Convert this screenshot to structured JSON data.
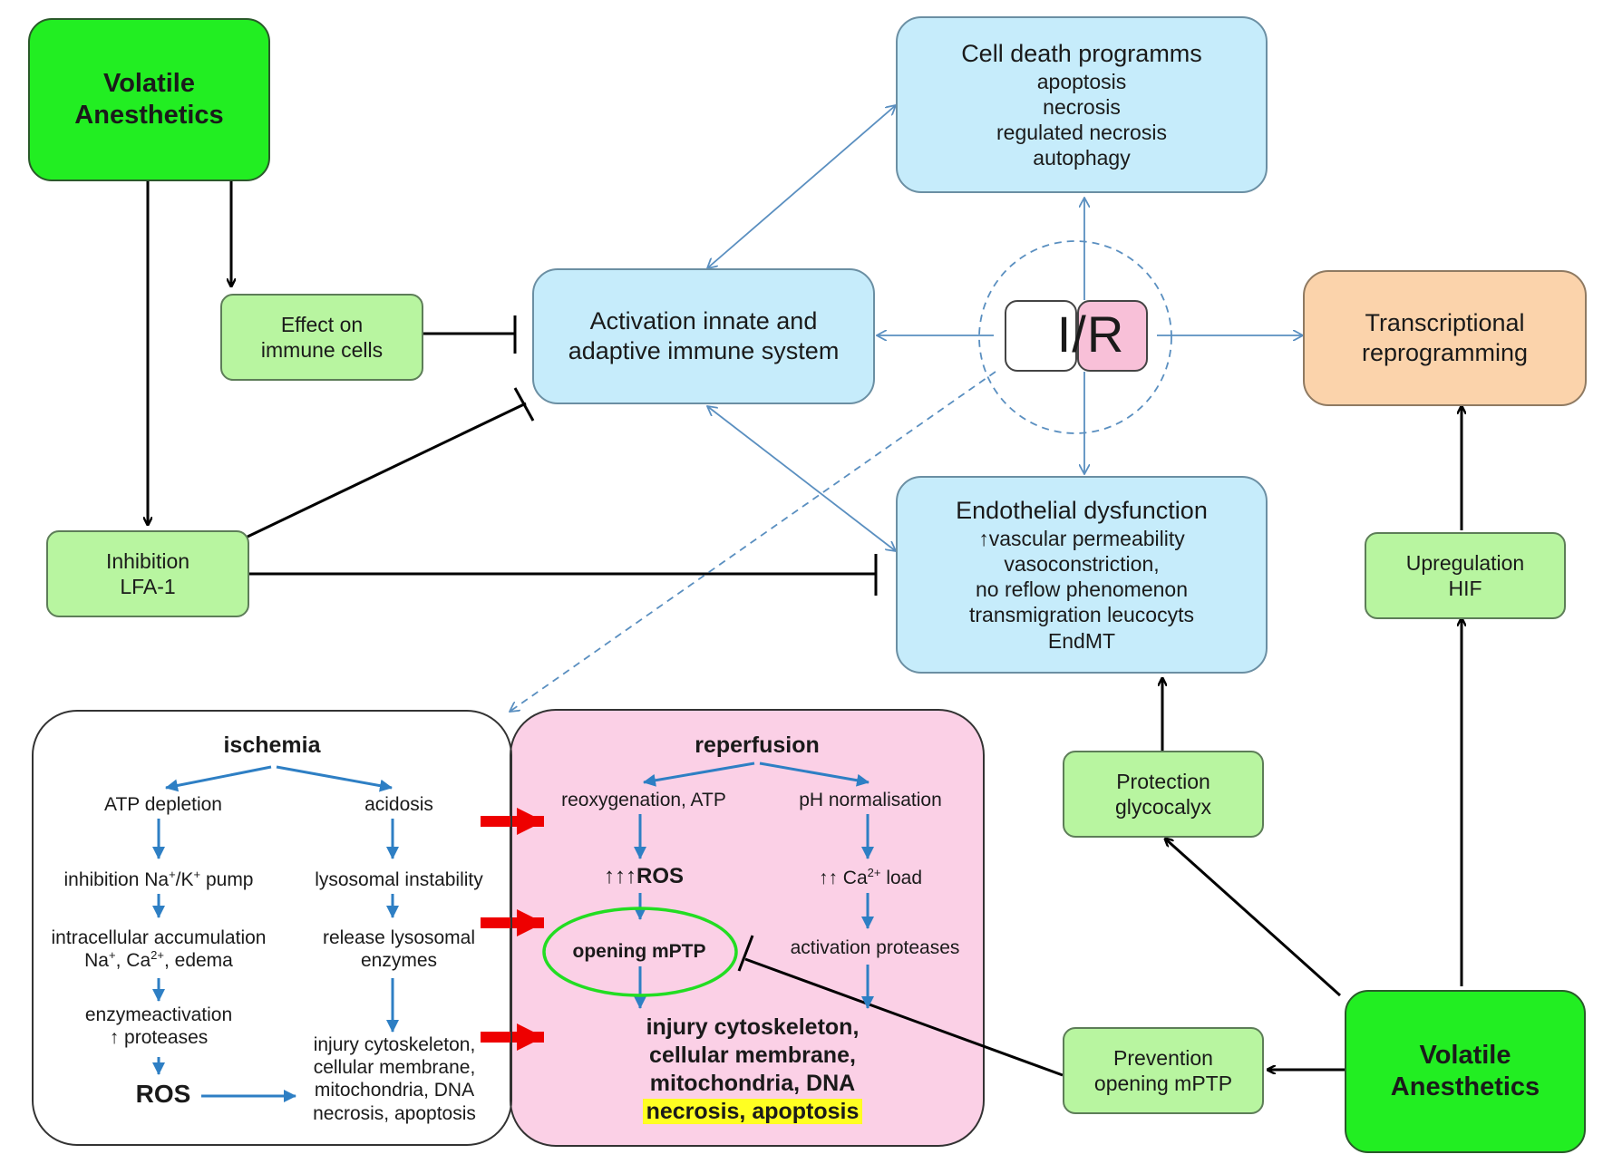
{
  "nodes": {
    "va_top": {
      "line1": "Volatile",
      "line2": "Anesthetics"
    },
    "effect_immune": {
      "line1": "Effect on",
      "line2": "immune cells"
    },
    "inhibition_lfa": {
      "line1": "Inhibition",
      "line2": "LFA-1"
    },
    "immune_system": {
      "line1": "Activation innate and",
      "line2": "adaptive immune system"
    },
    "cell_death": {
      "title": "Cell death programms",
      "items": [
        "apoptosis",
        "necrosis",
        "regulated necrosis",
        "autophagy"
      ]
    },
    "ir": {
      "label": "I/R"
    },
    "transcriptional": {
      "line1": "Transcriptional",
      "line2": "reprogramming"
    },
    "endothelial": {
      "title": "Endothelial dysfunction",
      "items": [
        "↑vascular permeability",
        "vasoconstriction,",
        "no reflow phenomenon",
        "transmigration leucocyts",
        "EndMT"
      ]
    },
    "upregulation_hif": {
      "line1": "Upregulation",
      "line2": "HIF"
    },
    "protection_glyco": {
      "line1": "Protection",
      "line2": "glycocalyx"
    },
    "prevention_mptp": {
      "line1": "Prevention",
      "line2": "opening mPTP"
    },
    "va_bottom": {
      "line1": "Volatile",
      "line2": "Anesthetics"
    }
  },
  "ischemia": {
    "title": "ischemia",
    "atp_depletion": "ATP depletion",
    "acidosis": "acidosis",
    "inhibition_pump_pre": "inhibition Na",
    "inhibition_pump_mid": "/K",
    "inhibition_pump_post": " pump",
    "plus": "+",
    "two_plus": "2+",
    "lysosomal_instability": "lysosomal instability",
    "intracellular_line1": "intracellular accumulation",
    "intracellular_na": "Na",
    "intracellular_ca": ", Ca",
    "intracellular_edema": ", edema",
    "release_line1": "release lysosomal",
    "release_line2": "enzymes",
    "enzyme_line1": "enzymeactivation",
    "enzyme_line2": "↑ proteases",
    "injury_lines": [
      "injury cytoskeleton,",
      "cellular membrane,",
      "mitochondria, DNA",
      "necrosis, apoptosis"
    ],
    "ros": "ROS"
  },
  "reperfusion": {
    "title": "reperfusion",
    "reoxygenation": "reoxygenation, ATP",
    "ph_normalisation": "pH normalisation",
    "ros_arrows": "↑↑↑",
    "ros": "ROS",
    "ca_arrows": "↑↑ Ca",
    "ca_sup": "2+",
    "ca_tail": " load",
    "opening_mptp": "opening mPTP",
    "activation_proteases": "activation proteases",
    "injury_lines": [
      "injury cytoskeleton,",
      "cellular membrane,",
      "mitochondria, DNA"
    ],
    "necrosis_apoptosis": "necrosis, apoptosis"
  },
  "colors": {
    "dark_green": "#22ee22",
    "light_green": "#b8f5a0",
    "light_blue": "#c6ecfb",
    "orange": "#fbd3ab",
    "pink_panel": "#fbd0e6",
    "arrow_blue": "#3a86c8",
    "red_arrow": "#ee0000",
    "highlight_yellow": "#ffff22",
    "ellipse_green": "#22dd22"
  }
}
